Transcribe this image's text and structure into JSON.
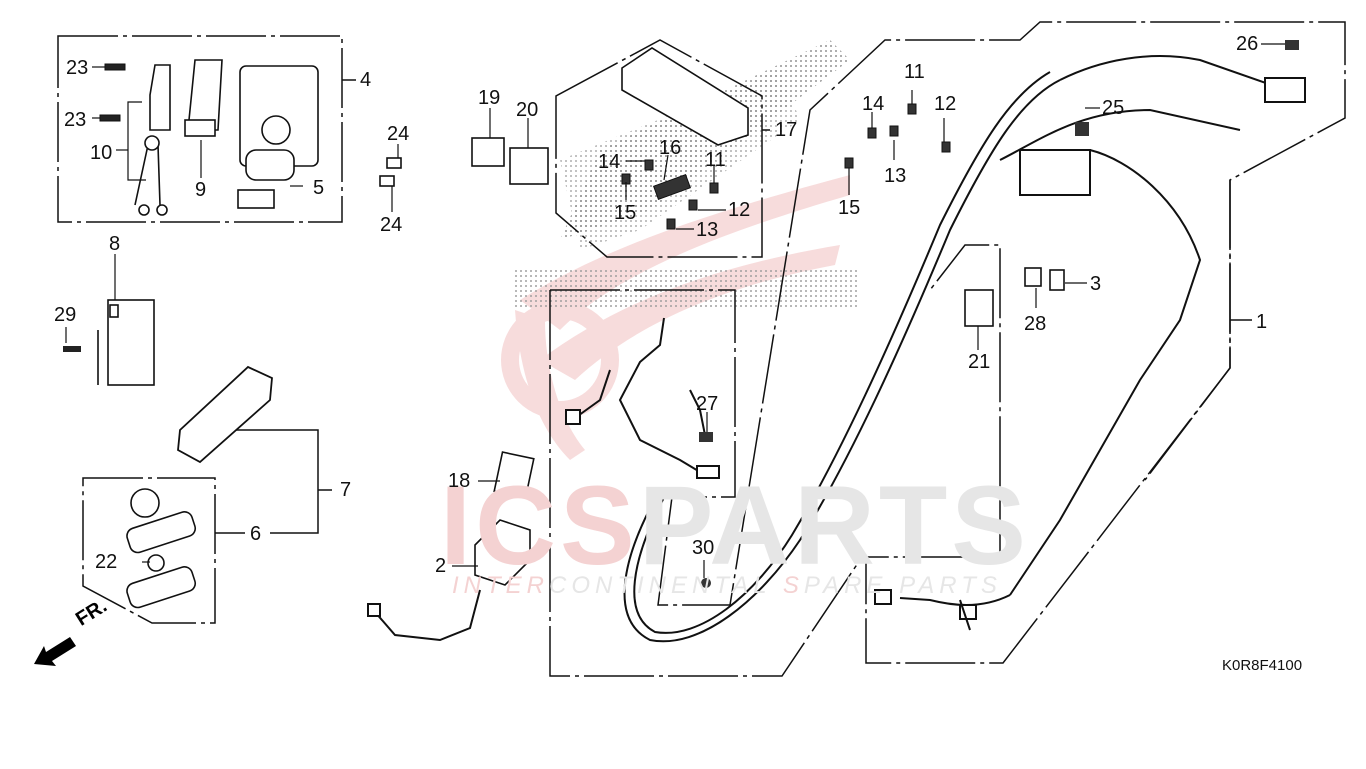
{
  "diagram": {
    "title": "Wire harness parts diagram",
    "drawing_code": "K0R8F4100",
    "direction_marker": "FR.",
    "watermark": {
      "logo_text_red": "ICS",
      "logo_text_gray": "PARTS",
      "tagline_red_1": "INTER",
      "tagline_gray_1": "CONTINENTAL ",
      "tagline_red_2": "S",
      "tagline_gray_2": "PARE PARTS",
      "brand_red": "#f4d2d2",
      "brand_gray": "#e6e6e6"
    },
    "callouts": {
      "c1": "1",
      "c2": "2",
      "c3": "3",
      "c4": "4",
      "c5": "5",
      "c6": "6",
      "c7": "7",
      "c8": "8",
      "c9": "9",
      "c10": "10",
      "c11a": "11",
      "c11b": "11",
      "c12a": "12",
      "c12b": "12",
      "c13a": "13",
      "c13b": "13",
      "c14a": "14",
      "c14b": "14",
      "c15a": "15",
      "c15b": "15",
      "c16": "16",
      "c17": "17",
      "c18": "18",
      "c19": "19",
      "c20": "20",
      "c21": "21",
      "c22": "22",
      "c23a": "23",
      "c23b": "23",
      "c24a": "24",
      "c24b": "24",
      "c25": "25",
      "c26": "26",
      "c27": "27",
      "c28": "28",
      "c29": "29",
      "c30": "30"
    }
  }
}
